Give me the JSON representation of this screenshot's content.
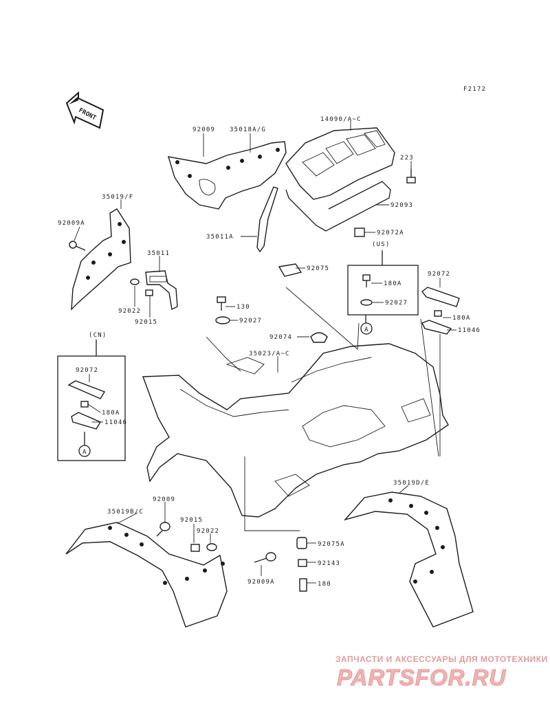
{
  "figure_code": "F2172",
  "front_label": "FRONT",
  "region_labels": {
    "us": "(US)",
    "cn": "(CN)",
    "callout_a": "A"
  },
  "part_labels": {
    "p92009_top": "92009",
    "p35018": "35018A/G",
    "p14090": "14090/A~C",
    "p223": "223",
    "p92093": "92093",
    "p35019f": "35019/F",
    "p92009a_left": "92009A",
    "p35011": "35011",
    "p35011a": "35011A",
    "p92072a": "92072A",
    "p92075": "92075",
    "p180a_us": "180A",
    "p92027_us": "92027",
    "p92072_right": "92072",
    "p180a_right": "180A",
    "p11046_right": "11046",
    "p92022_left": "92022",
    "p92015_left": "92015",
    "p130": "130",
    "p92027_center": "92027",
    "p92074": "92074",
    "p35023": "35023/A~C",
    "p92072_cn": "92072",
    "p180a_cn": "180A",
    "p11046_cn": "11046",
    "p35019d": "35019D/E",
    "p92009_bottom": "92009",
    "p35019b": "35019B/C",
    "p92015_bottom": "92015",
    "p92022_bottom": "92022",
    "p92075a": "92075A",
    "p92143": "92143",
    "p92009a_bottom": "92009A",
    "p180": "180"
  },
  "watermark": {
    "tagline": "ЗАПЧАСТИ И АКСЕССУАРЫ ДЛЯ МОТОТЕХНИКИ",
    "logo": "PARTSFOR.RU"
  }
}
